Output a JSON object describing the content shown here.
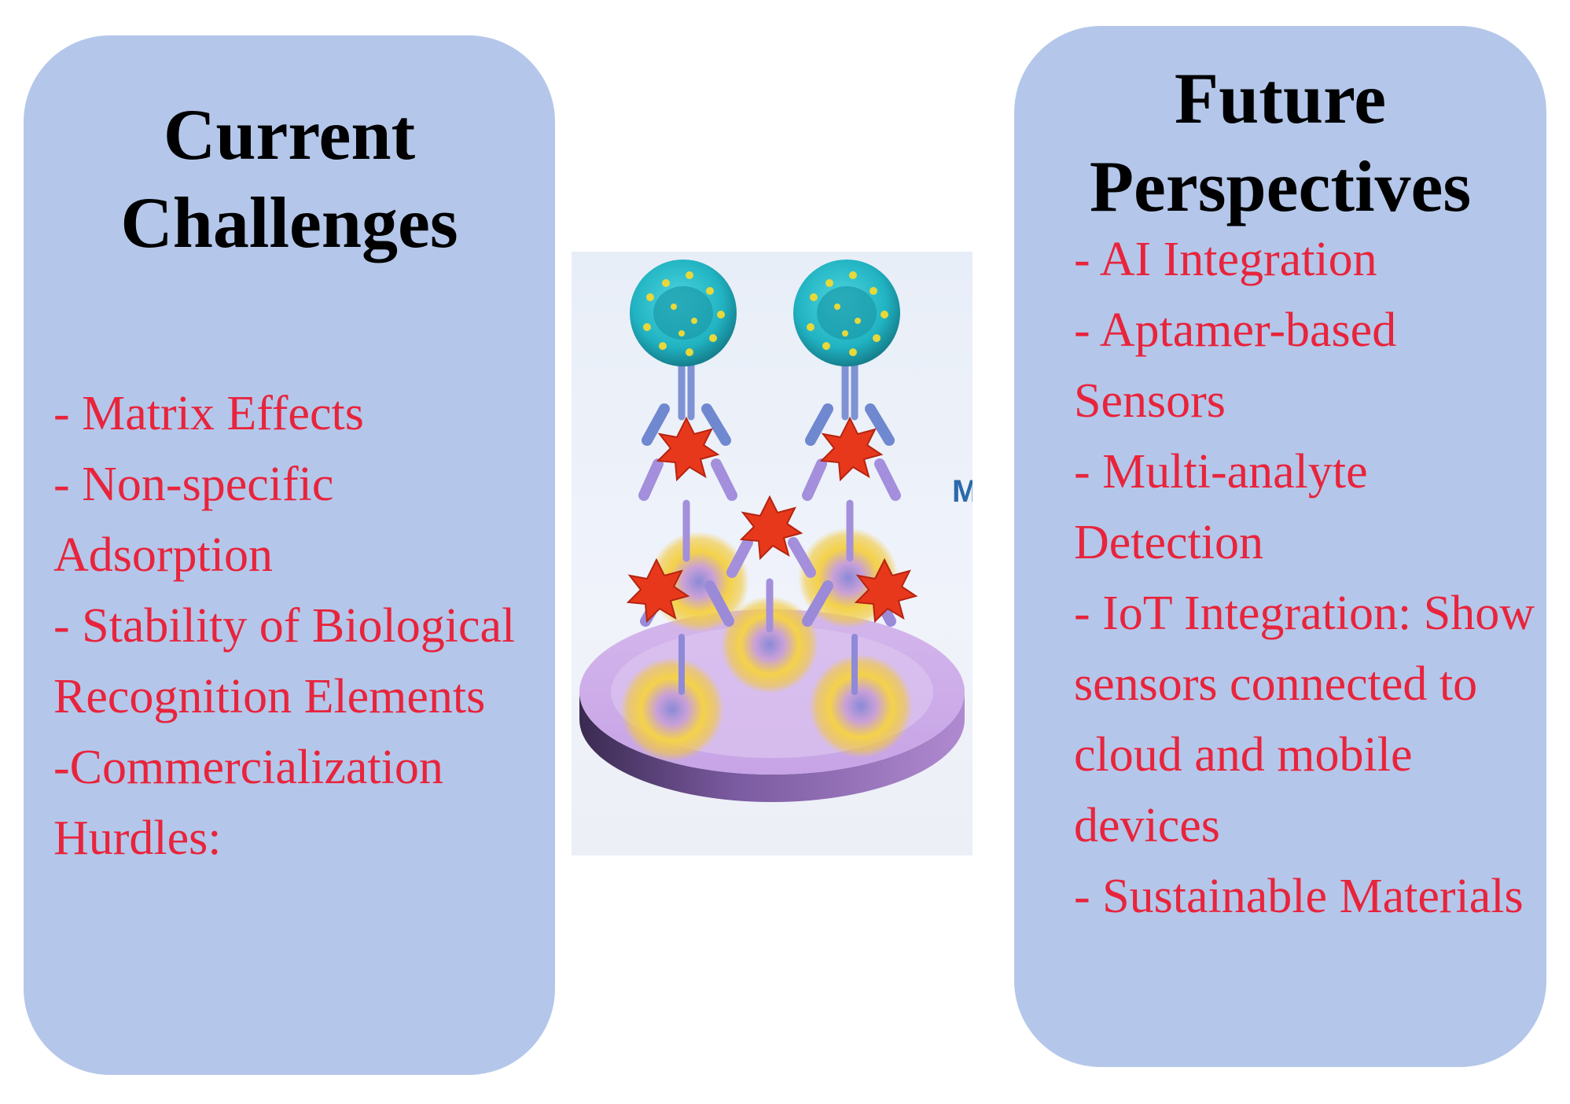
{
  "left_panel": {
    "title_line1": "Current",
    "title_line2": "Challenges",
    "items": [
      "- Matrix Effects",
      "- Non-specific Adsorption",
      "- Stability of Biological Recognition Elements",
      "-Commercialization Hurdles:"
    ]
  },
  "right_panel": {
    "title_line1": "Future",
    "title_line2": "Perspectives",
    "items": [
      "- AI Integration",
      "- Aptamer-based Sensors",
      "- Multi-analyte Detection",
      "- IoT Integration: Show sensors connected to cloud and mobile devices",
      "- Sustainable Materials"
    ]
  },
  "figure": {
    "edge_label": "M"
  },
  "colors": {
    "panel_background": "#b4c7ea",
    "title_text": "#000000",
    "item_text": "#e8243c"
  }
}
